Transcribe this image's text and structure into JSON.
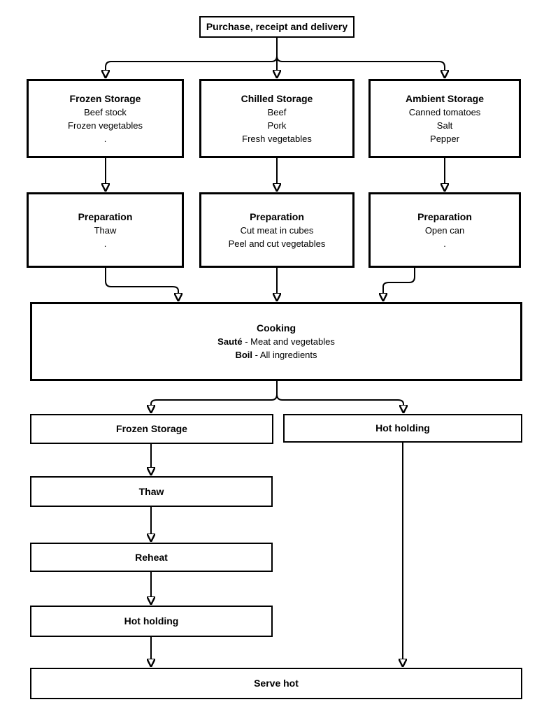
{
  "nodes": {
    "purchase": {
      "title": "Purchase, receipt and delivery"
    },
    "frozen_storage_initial": {
      "title": "Frozen Storage",
      "items": [
        "Beef stock",
        "Frozen vegetables",
        "."
      ]
    },
    "chilled_storage": {
      "title": "Chilled Storage",
      "items": [
        "Beef",
        "Pork",
        "Fresh vegetables"
      ]
    },
    "ambient_storage": {
      "title": "Ambient Storage",
      "items": [
        "Canned tomatoes",
        "Salt",
        "Pepper"
      ]
    },
    "preparation_frozen": {
      "title": "Preparation",
      "items": [
        "Thaw",
        "."
      ]
    },
    "preparation_chilled": {
      "title": "Preparation",
      "items": [
        "Cut meat in cubes",
        "Peel and cut vegetables"
      ]
    },
    "preparation_ambient": {
      "title": "Preparation",
      "items": [
        "Open can",
        "."
      ]
    },
    "cooking": {
      "title": "Cooking",
      "items_rich": [
        {
          "lead": "Sauté",
          "rest": " - Meat and vegetables"
        },
        {
          "lead": "Boil",
          "rest": " - All ingredients"
        }
      ]
    },
    "frozen_storage_cooked": {
      "title": "Frozen Storage"
    },
    "hot_holding_direct": {
      "title": "Hot holding"
    },
    "thaw": {
      "title": "Thaw"
    },
    "reheat": {
      "title": "Reheat"
    },
    "hot_holding_reheated": {
      "title": "Hot holding"
    },
    "serve_hot": {
      "title": "Serve hot"
    }
  },
  "colors": {
    "background": "#ffffff",
    "box_fill": "#ffffff",
    "box_border": "#000000",
    "connector": "#000000",
    "text": "#000000"
  }
}
